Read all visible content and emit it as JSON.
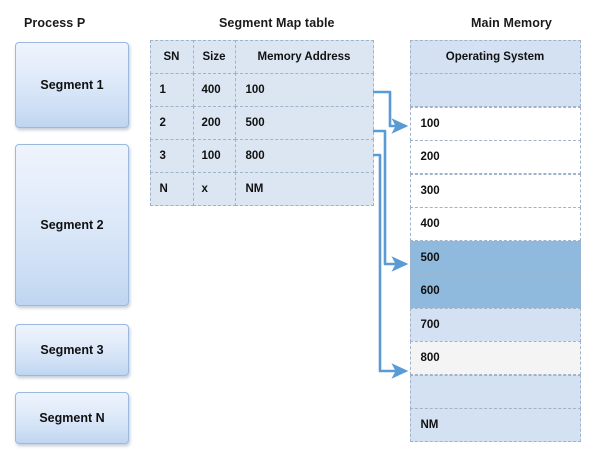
{
  "titles": {
    "process": "Process P",
    "segment_map_table": "Segment Map table",
    "main_memory": "Main Memory"
  },
  "process": {
    "segments": [
      {
        "label": "Segment 1"
      },
      {
        "label": "Segment 2"
      },
      {
        "label": "Segment 3"
      },
      {
        "label": "Segment N"
      }
    ]
  },
  "segment_map_table": {
    "columns": [
      "SN",
      "Size",
      "Memory Address"
    ],
    "rows": [
      {
        "sn": "1",
        "size": "400",
        "address": "100"
      },
      {
        "sn": "2",
        "size": "200",
        "address": "500"
      },
      {
        "sn": "3",
        "size": "100",
        "address": "800"
      },
      {
        "sn": "N",
        "size": "x",
        "address": "NM"
      }
    ]
  },
  "main_memory": {
    "rows": [
      {
        "label": "Operating System",
        "fill": "#d3e1f2"
      },
      {
        "label": "",
        "fill": "#d3e1f2"
      },
      {
        "label": "100",
        "fill": "#ffffff"
      },
      {
        "label": "200",
        "fill": "#ffffff"
      },
      {
        "label": "300",
        "fill": "#ffffff"
      },
      {
        "label": "400",
        "fill": "#ffffff"
      },
      {
        "label": "500",
        "fill": "#8fb9dd"
      },
      {
        "label": "600",
        "fill": "#8fb9dd"
      },
      {
        "label": "700",
        "fill": "#d3e1f2"
      },
      {
        "label": "800",
        "fill": "#f4f4f4"
      },
      {
        "label": "",
        "fill": "#d3e1f2"
      },
      {
        "label": "NM",
        "fill": "#d3e1f2"
      }
    ]
  },
  "connectors": [
    {
      "from_row": "1",
      "to_address": "100"
    },
    {
      "from_row": "2",
      "to_address": "500"
    },
    {
      "from_row": "3",
      "to_address": "800"
    }
  ],
  "colors": {
    "table_fill": "#dce6f3",
    "border_dashed": "#9fb3cb",
    "arrow": "#5b9bd5",
    "segment_border": "#9ab9dd",
    "highlight": "#8fb9dd"
  }
}
